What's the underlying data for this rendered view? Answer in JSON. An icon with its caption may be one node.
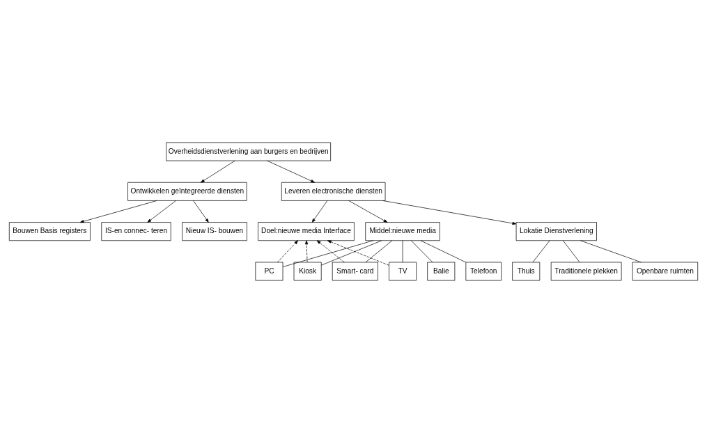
{
  "diagram": {
    "nodes": [
      {
        "text": [
          "Overheidsdienstverlening aan burgers en bedrijven"
        ]
      },
      {
        "text": [
          "Ontwikkelen geïntegreerde diensten"
        ]
      },
      {
        "text": [
          "Leveren electronische diensten"
        ]
      },
      {
        "text": [
          "Doel:nieuwe media Interface"
        ]
      },
      {
        "text": [
          "Middel:nieuwe media"
        ]
      },
      {
        "text": [
          "Lokatie Dienstverlening"
        ]
      },
      {
        "text": [
          "Bouwen Basis registers"
        ]
      },
      {
        "text": [
          "IS-en connec- teren"
        ]
      },
      {
        "text": [
          "Nieuw IS- bouwen"
        ]
      },
      {
        "text": [
          "Thuis"
        ]
      },
      {
        "text": [
          "Traditionele plekken"
        ]
      },
      {
        "text": [
          "Openbare ruimten"
        ]
      },
      {
        "text": [
          "PC"
        ]
      },
      {
        "text": [
          "Kiosk"
        ]
      },
      {
        "text": [
          "Smart- card"
        ]
      },
      {
        "text": [
          "TV"
        ]
      },
      {
        "text": [
          "Balie"
        ]
      },
      {
        "text": [
          "Telefoon"
        ]
      }
    ],
    "edges": [
      {
        "from": 0,
        "to": 1,
        "arrow": "to"
      },
      {
        "from": 0,
        "to": 2,
        "arrow": "to"
      },
      {
        "from": 1,
        "to": 6,
        "arrow": "to"
      },
      {
        "from": 1,
        "to": 7,
        "arrow": "to"
      },
      {
        "from": 1,
        "to": 8,
        "arrow": "to"
      },
      {
        "from": 2,
        "to": 3,
        "arrow": "to"
      },
      {
        "from": 2,
        "to": 4,
        "arrow": "to"
      },
      {
        "from": 2,
        "to": 5,
        "arrow": "to"
      },
      {
        "from": 5,
        "to": 9,
        "arrow": "none"
      },
      {
        "from": 5,
        "to": 10,
        "arrow": "none"
      },
      {
        "from": 5,
        "to": 11,
        "arrow": "none"
      },
      {
        "from": 12,
        "to": 3,
        "arrow": "to",
        "style": "dashed"
      },
      {
        "from": 13,
        "to": 3,
        "arrow": "to",
        "style": "dashed"
      },
      {
        "from": 14,
        "to": 3,
        "arrow": "to",
        "style": "dashed"
      },
      {
        "from": 15,
        "to": 3,
        "arrow": "to",
        "style": "dashed"
      },
      {
        "from": 4,
        "to": 12,
        "arrow": "none"
      },
      {
        "from": 4,
        "to": 13,
        "arrow": "none"
      },
      {
        "from": 4,
        "to": 14,
        "arrow": "none"
      },
      {
        "from": 4,
        "to": 15,
        "arrow": "none"
      },
      {
        "from": 4,
        "to": 16,
        "arrow": "none"
      },
      {
        "from": 4,
        "to": 17,
        "arrow": "none"
      }
    ]
  }
}
